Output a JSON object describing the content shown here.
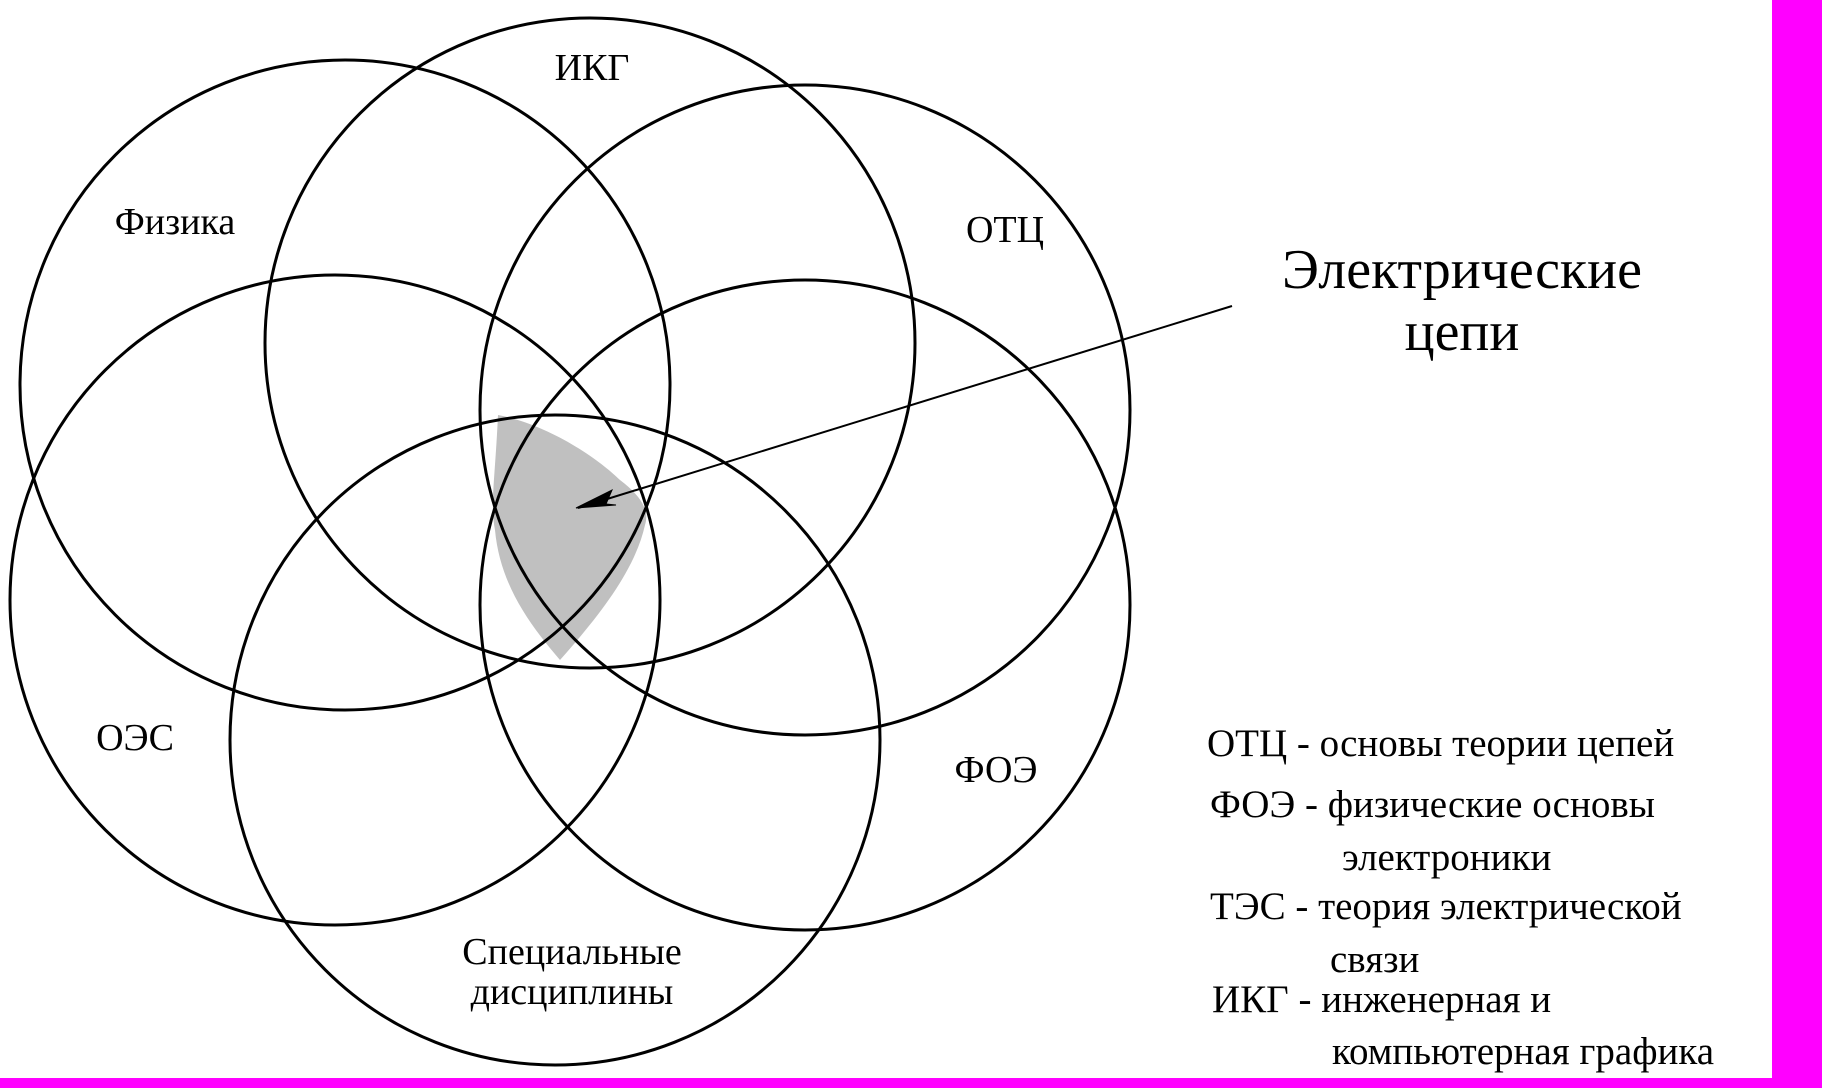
{
  "circles": [
    {
      "label": "ИКГ"
    },
    {
      "label": "Физика"
    },
    {
      "label": "ОТЦ"
    },
    {
      "label": "ОЭС"
    },
    {
      "label": "ФОЭ"
    },
    {
      "label": "Специальные дисциплины"
    }
  ],
  "highlight": {
    "label_line1": "Электрические",
    "label_line2": "цепи",
    "fill_color": "#c0c0c0"
  },
  "legend": {
    "otc": {
      "abbr": "ОТЦ",
      "text": "- основы теории цепей"
    },
    "foe": {
      "abbr": "ФОЭ",
      "text": "- физические основы",
      "text_cont": "электроники"
    },
    "tes": {
      "abbr": "ТЭС",
      "text": "- теория электрической",
      "text_cont": "связи"
    },
    "ikg": {
      "abbr": "ИКГ",
      "text": "- инженерная и",
      "text_cont": "компьютерная графика"
    }
  },
  "special": {
    "line1": "Специальные",
    "line2": "дисциплины"
  },
  "colors": {
    "border": "#ff00ff",
    "stroke": "#000000",
    "highlight": "#c0c0c0"
  }
}
